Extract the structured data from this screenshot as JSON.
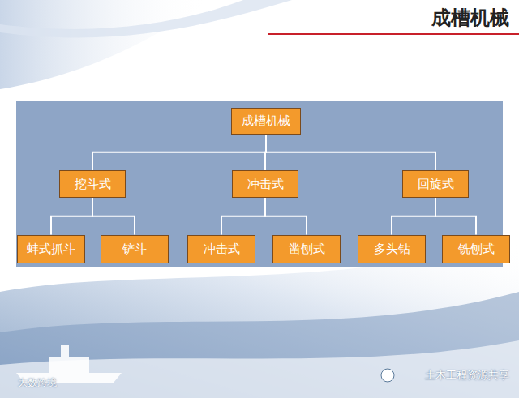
{
  "diagram": {
    "title": "成槽机械",
    "nodes": [
      {
        "text": [
          "成槽机械"
        ]
      },
      {
        "text": [
          "挖斗式"
        ]
      },
      {
        "text": [
          "冲击式"
        ]
      },
      {
        "text": [
          "回旋式"
        ]
      },
      {
        "text": [
          "蚌式抓斗"
        ]
      },
      {
        "text": [
          "铲斗"
        ]
      },
      {
        "text": [
          "冲击式"
        ]
      },
      {
        "text": [
          "凿刨式"
        ]
      },
      {
        "text": [
          "多头钻"
        ]
      },
      {
        "text": [
          "铣刨式"
        ]
      }
    ],
    "edges": [
      {
        "from": 0,
        "to": 1,
        "arrow": "none"
      },
      {
        "from": 0,
        "to": 2,
        "arrow": "none"
      },
      {
        "from": 0,
        "to": 3,
        "arrow": "none"
      },
      {
        "from": 1,
        "to": 4,
        "arrow": "none"
      },
      {
        "from": 1,
        "to": 5,
        "arrow": "none"
      },
      {
        "from": 2,
        "to": 6,
        "arrow": "none"
      },
      {
        "from": 2,
        "to": 7,
        "arrow": "none"
      },
      {
        "from": 3,
        "to": 8,
        "arrow": "none"
      },
      {
        "from": 3,
        "to": 9,
        "arrow": "none"
      }
    ],
    "labels": [
      "大数跨境",
      "土木工程资源共享"
    ]
  }
}
